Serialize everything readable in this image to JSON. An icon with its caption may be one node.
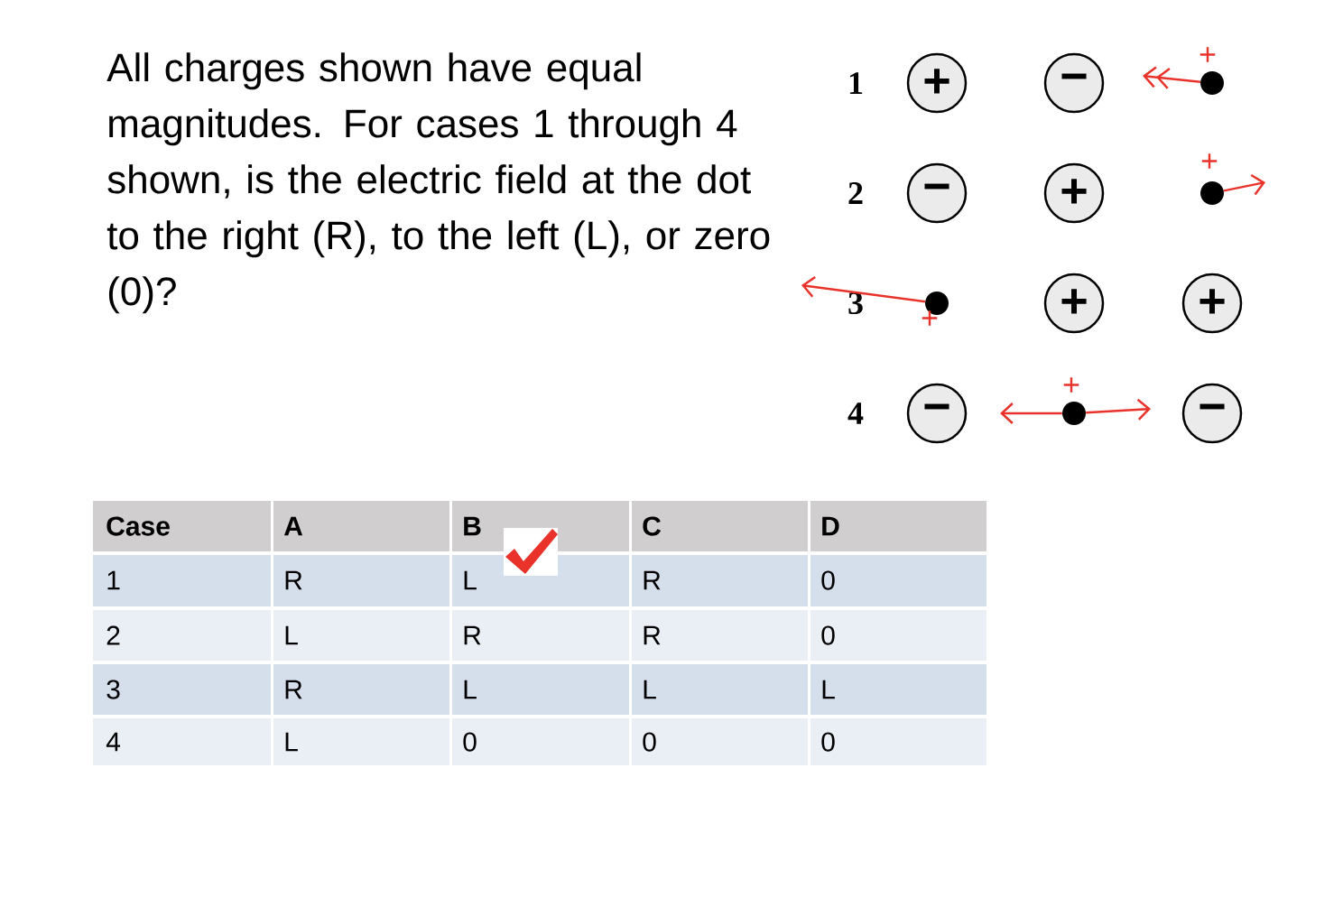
{
  "diagram": {
    "nodes": [
      {
        "text": [
          "+"
        ]
      },
      {
        "text": [
          "−"
        ]
      },
      {
        "text": [],
        "shape": "circle",
        "beside": [
          "+"
        ]
      },
      {
        "text": [
          "−"
        ]
      },
      {
        "text": [
          "+"
        ]
      },
      {
        "text": [],
        "shape": "circle",
        "beside": [
          "+"
        ]
      },
      {
        "text": [],
        "shape": "circle",
        "beside": [
          "+"
        ]
      },
      {
        "text": [
          "+"
        ]
      },
      {
        "text": [
          "+"
        ]
      },
      {
        "text": [
          "−"
        ]
      },
      {
        "text": [],
        "shape": "circle",
        "beside": [
          "+"
        ]
      },
      {
        "text": [
          "−"
        ]
      }
    ],
    "edges": [
      {
        "from": 2,
        "to": null,
        "arrow": "to"
      },
      {
        "from": 5,
        "to": null,
        "arrow": "to"
      },
      {
        "from": 6,
        "to": null,
        "arrow": "to"
      },
      {
        "from": 10,
        "to": null,
        "arrow": "to"
      },
      {
        "from": 10,
        "to": null,
        "arrow": "to"
      }
    ],
    "labels": [
      "All charges shown have equal magnitudes. For cases 1 through 4 shown, is the electric field at the dot to the right (R), to the left (L), or zero (0)?",
      "1",
      "2",
      "3",
      "4",
      "Case",
      "A",
      "B",
      "C",
      "D",
      "1",
      "R",
      "L",
      "R",
      "0",
      "2",
      "L",
      "R",
      "R",
      "0",
      "3",
      "R",
      "L",
      "L",
      "L",
      "4",
      "L",
      "0",
      "0",
      "0"
    ]
  }
}
